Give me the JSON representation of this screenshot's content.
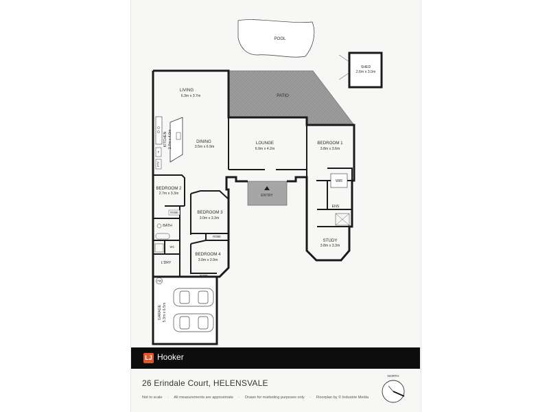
{
  "rooms": {
    "pool": {
      "name": "POOL"
    },
    "shed": {
      "name": "SHED",
      "size": "2.6m x 3.0m"
    },
    "patio": {
      "name": "PATIO"
    },
    "living": {
      "name": "LIVING",
      "size": "6.3m x 3.7m"
    },
    "kitchen": {
      "name": "KITCHEN",
      "size": "2.7m x 4.0m"
    },
    "dining": {
      "name": "DINING",
      "size": "3.5m x 6.9m"
    },
    "lounge": {
      "name": "LOUNGE",
      "size": "6.9m x 4.2m"
    },
    "bedroom1": {
      "name": "BEDROOM 1",
      "size": "3.8m x 3.6m"
    },
    "wir": {
      "name": "WIR"
    },
    "ens": {
      "name": "ENS"
    },
    "study": {
      "name": "STUDY",
      "size": "3.8m x 3.3m"
    },
    "entry": {
      "name": "ENTRY"
    },
    "bedroom2": {
      "name": "BEDROOM 2",
      "size": "2.7m x 3.3m"
    },
    "bedroom3": {
      "name": "BEDROOM 3",
      "size": "3.0m x 3.3m"
    },
    "bedroom4": {
      "name": "BEDROOM 4",
      "size": "3.0m x 3.9m"
    },
    "bath": {
      "name": "BATH"
    },
    "ldry": {
      "name": "L'DRY"
    },
    "garage": {
      "name": "GARAGE",
      "size": "5.3m x 6.5m"
    }
  },
  "fixtures": {
    "robe": "ROBE",
    "robe_b3": "ROBE",
    "robe_b4": "ROBE",
    "fridge": "F",
    "pantry": "PTY",
    "wc": "WC",
    "hw": "HW"
  },
  "brand": {
    "logo_letters": "LJ",
    "name": "Hooker"
  },
  "address": "26 Erindale Court, HELENSVALE",
  "disclaimer": [
    "Not to scale",
    "All measurements are approximate",
    "Drawn for marketing purposes only",
    "Floorplan by © Industrie Media"
  ],
  "compass": {
    "label": "NORTH",
    "icon": "compass-icon"
  },
  "colors": {
    "wall": "#1a1a1a",
    "patio": "#9a9a9a",
    "entry": "#a6a6a6",
    "brand_bar": "#0d0d0d",
    "brand_accent": "#e3562a"
  }
}
